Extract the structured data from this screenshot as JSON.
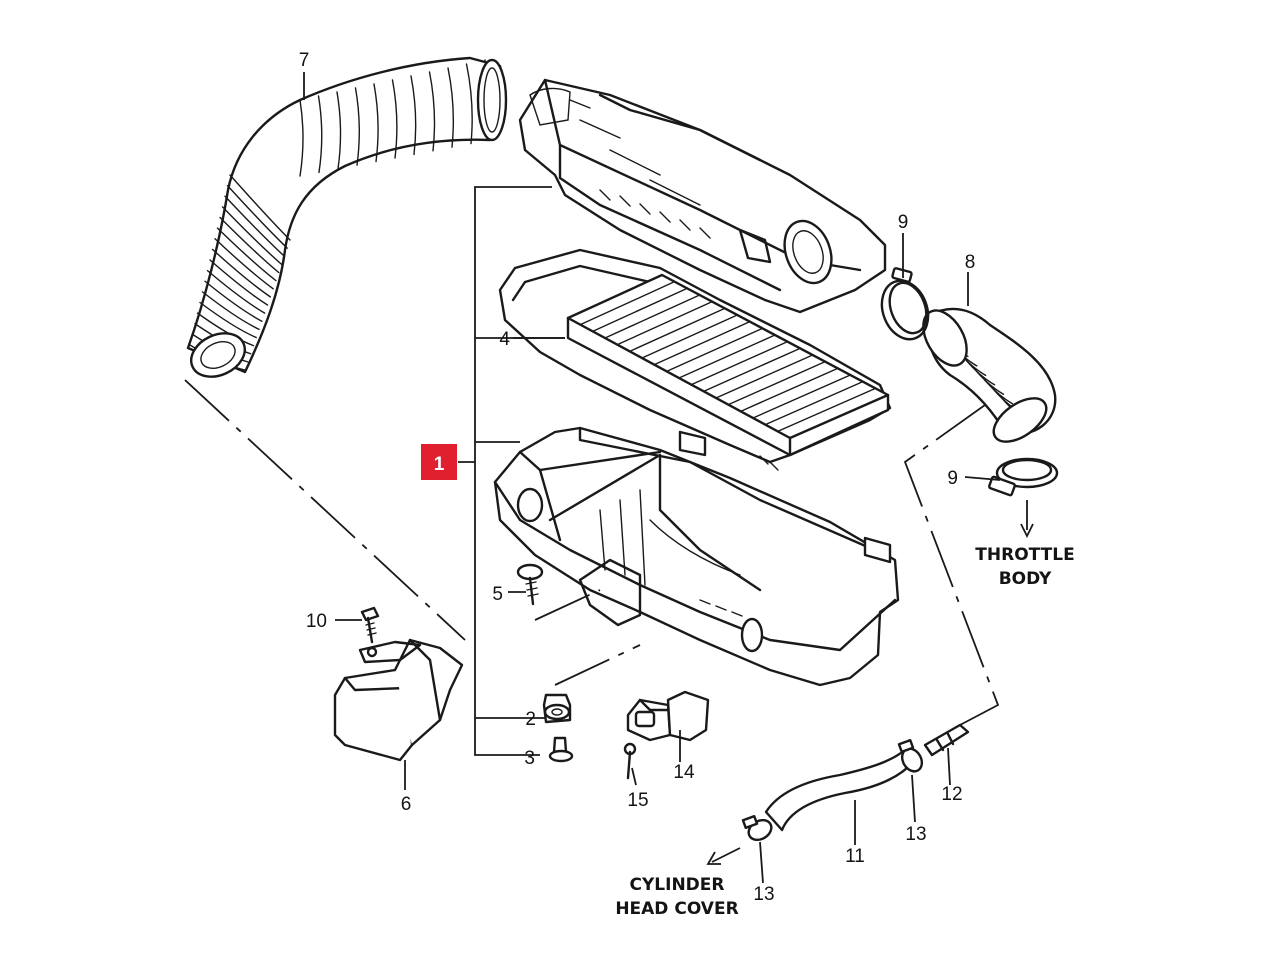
{
  "diagram": {
    "callouts": [
      {
        "id": "1",
        "text": "1",
        "highlighted": true
      },
      {
        "id": "2",
        "text": "2"
      },
      {
        "id": "3",
        "text": "3"
      },
      {
        "id": "4",
        "text": "4"
      },
      {
        "id": "5",
        "text": "5"
      },
      {
        "id": "6",
        "text": "6"
      },
      {
        "id": "7",
        "text": "7"
      },
      {
        "id": "8",
        "text": "8"
      },
      {
        "id": "9a",
        "text": "9"
      },
      {
        "id": "9b",
        "text": "9"
      },
      {
        "id": "10",
        "text": "10"
      },
      {
        "id": "11",
        "text": "11"
      },
      {
        "id": "12",
        "text": "12"
      },
      {
        "id": "13a",
        "text": "13"
      },
      {
        "id": "13b",
        "text": "13"
      },
      {
        "id": "14",
        "text": "14"
      },
      {
        "id": "15",
        "text": "15"
      }
    ],
    "annotations": {
      "throttle_body": [
        "THROTTLE",
        "BODY"
      ],
      "cylinder_head_cover": [
        "CYLINDER",
        "HEAD COVER"
      ]
    },
    "colors": {
      "ink": "#1a1a1a",
      "highlight": "#e0202f",
      "background": "#ffffff"
    }
  }
}
